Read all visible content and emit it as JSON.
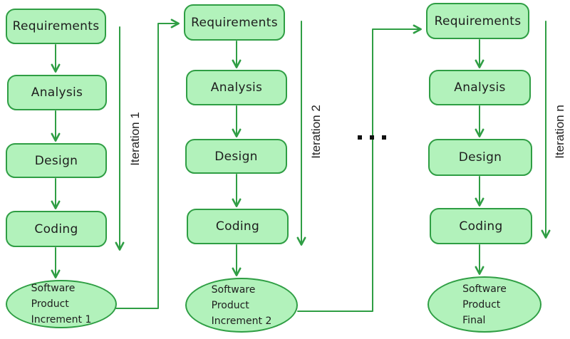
{
  "diagram": {
    "type": "flowchart",
    "description": "Iterative software development process",
    "columns": [
      {
        "iteration_label": "Iteration 1",
        "stages": [
          "Requirements",
          "Analysis",
          "Design",
          "Coding"
        ],
        "product_lines": [
          "Software",
          "Product",
          "Increment 1"
        ]
      },
      {
        "iteration_label": "Iteration 2",
        "stages": [
          "Requirements",
          "Analysis",
          "Design",
          "Coding"
        ],
        "product_lines": [
          "Software",
          "Product",
          "Increment 2"
        ]
      },
      {
        "iteration_label": "Iteration n",
        "stages": [
          "Requirements",
          "Analysis",
          "Design",
          "Coding"
        ],
        "product_lines": [
          "Software",
          "Product",
          "Final"
        ]
      }
    ],
    "separator": "...",
    "connectors": [
      "Software Product Increment 1 -> Requirements (Iteration 2)",
      "Software Product Increment 2 -> Requirements (Iteration n)"
    ]
  },
  "colors": {
    "box_fill": "#b2f2bb",
    "box_stroke": "#2f9e44",
    "arrow_color": "#2f9e44",
    "text_color": "#1e1e1e",
    "dot_color": "#111111",
    "bg_color": "#ffffff"
  }
}
